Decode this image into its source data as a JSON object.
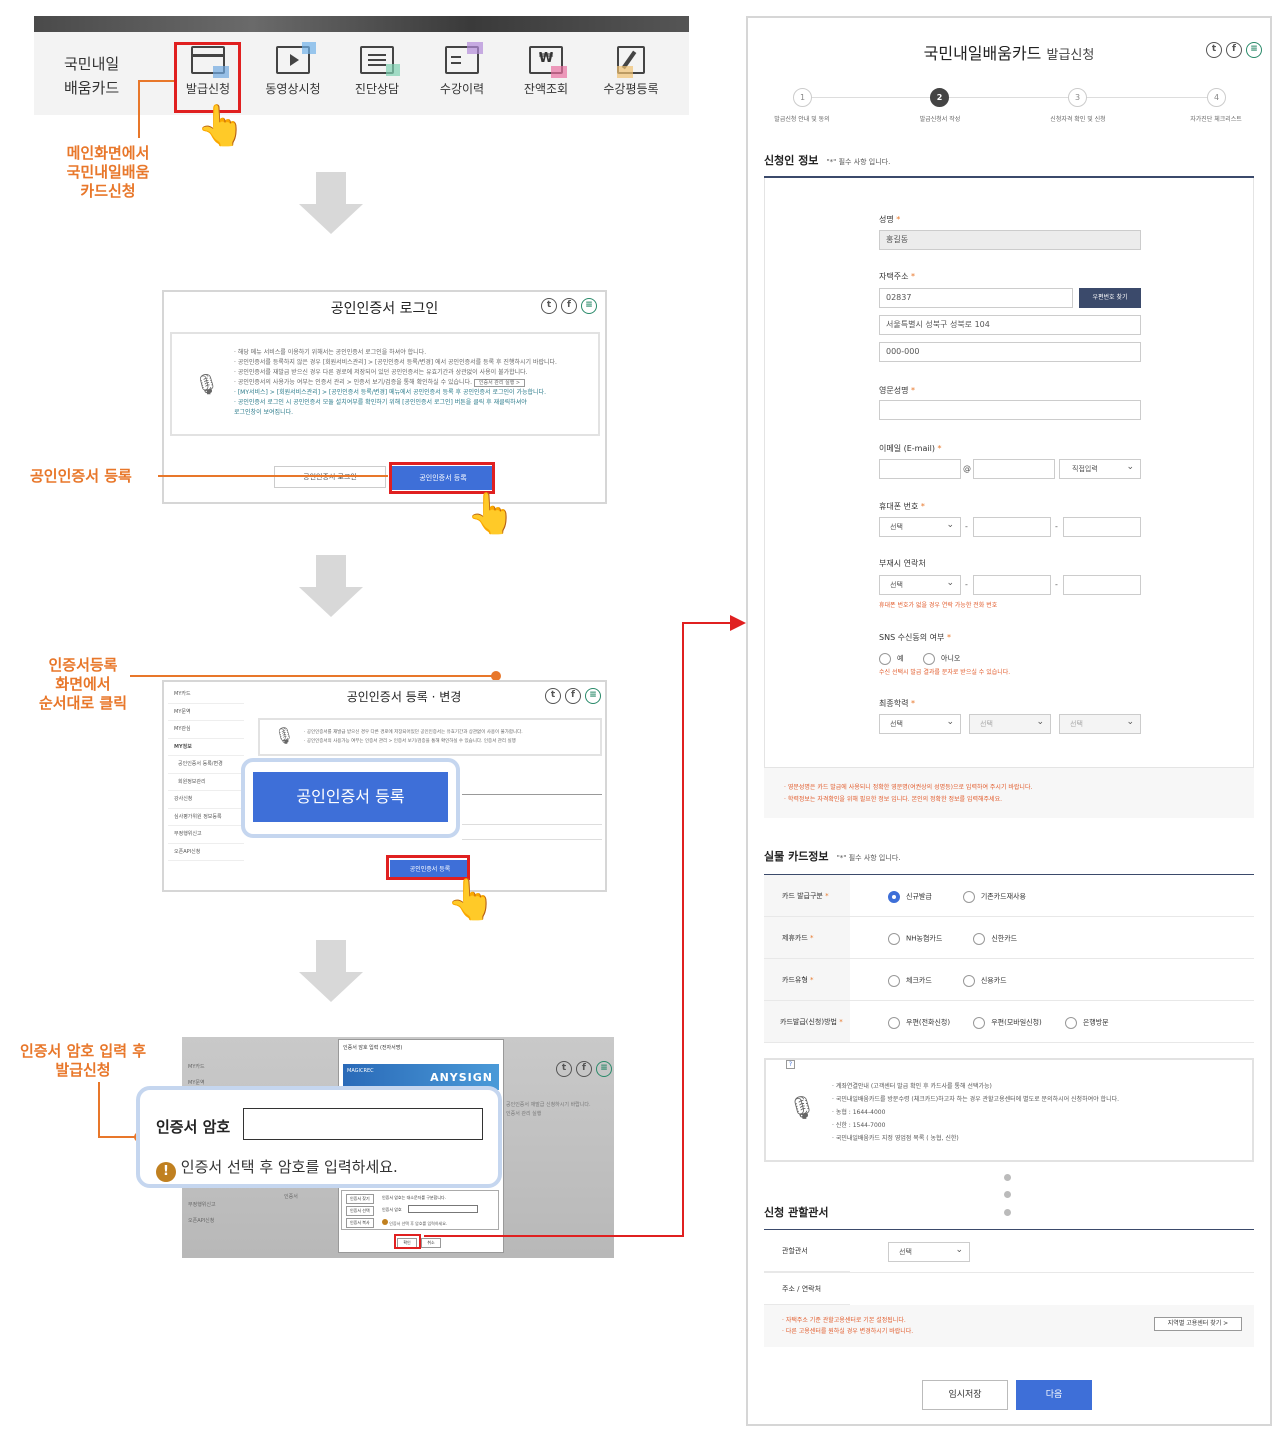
{
  "top_nav": {
    "brand_line1": "국민내일",
    "brand_line2": "배움카드",
    "items": [
      {
        "label": "발급신청",
        "icon": "card-icon"
      },
      {
        "label": "동영상시청",
        "icon": "monitor-play-icon"
      },
      {
        "label": "진단상담",
        "icon": "document-chat-icon"
      },
      {
        "label": "수강이력",
        "icon": "history-icon"
      },
      {
        "label": "잔액조회",
        "icon": "won-card-icon"
      },
      {
        "label": "수강평등록",
        "icon": "edit-icon"
      }
    ]
  },
  "annotations": {
    "step1_line1": "메인화면에서",
    "step1_line2": "국민내일배움",
    "step1_line3": "카드신청",
    "step2": "공인인증서 등록",
    "step3_line1": "인증서등록",
    "step3_line2": "화면에서",
    "step3_line3": "순서대로 클릭",
    "step4_line1": "인증서 암호 입력 후",
    "step4_line2": "발급신청"
  },
  "cert_login": {
    "title": "공인인증서 로그인",
    "notes": [
      "· 해당 메뉴 서비스를 이용하기 위해서는 공인인증서 로그인을 하셔야 합니다.",
      "· 공인인증서를 등록하지 않은 경우 [회원서비스관리] > [공인인증서 등록/변경] 에서 공인인증서를 등록 후 진행하시기 바랍니다.",
      "· 공인인증서를 재발급 받으신 경우 다른 경로에 저장되어 있던 공인인증서는 유효기간과 상관없이 사용이 불가합니다.",
      "· 공인인증서의 사용가능 여부는 인증서 관리 > 인증서 보기/검증을 통해 확인하실 수 있습니다."
    ],
    "manage_link": "인증서 관리 실행 >",
    "teal_notes": [
      "· [MY서비스] > [회원서비스관리] > [공인인증서 등록/변경] 메뉴에서 공인인증서 등록 후 공인인증서 로그인이 가능합니다.",
      "· 공인인증서 로그인 시 공인인증서 모듈 설치여부를 확인하기 위해 [공인인증서 로그인] 버튼을 클릭 후 재클릭하셔야",
      "  로그인창이 보여집니다."
    ],
    "login_button": "공인인증서 로그인",
    "register_button": "공인인증서 등록"
  },
  "cert_register": {
    "title": "공인인증서 등록 · 변경",
    "side_menu": [
      "MY카드",
      "MY문역",
      "MY관심",
      "MY정보",
      "공인인증서 등록/변경",
      "회원정보관리",
      "강사신청",
      "심사평가위원 정보등록",
      "부정행위신고",
      "오픈API신청"
    ],
    "notes": [
      "· 공인인증서를 재발급 받으신 경우 다른 경로에 저장되어있던 공인인증서는 유효기간과 상관없이 사용이 불가합니다.",
      "· 공인인증서의 사용가능 여부는 인증서 관리 > 인증서 보기/검증을 통해 확인하실 수 있습니다. 인증서 관리 실행"
    ],
    "big_button": "공인인증서 등록",
    "small_button": "공인인증서 등록"
  },
  "cert_password": {
    "dialog_title": "인증서 암호 입력 (전자서명)",
    "banner_left": "MAGICREC",
    "banner_right": "ANYSIGN",
    "password_label": "인증서 암호",
    "warning": "인증서 선택 후 암호를 입력하세요.",
    "side_items": [
      "MY카드",
      "MY문역",
      "부정행위신고",
      "오픈API신청"
    ],
    "mini_buttons": [
      "인증서 찾기",
      "인증서 선택",
      "인증서 복사"
    ],
    "mini_labels": [
      "인증서 암호는 대소문자를 구분합니다.",
      "인증서 암호",
      "인증서 선택 후 암호를 입력하세요."
    ],
    "bg_note_1": "공인인증서 재발급 신청하시기 바랍니다.",
    "bg_note_2": "인증서 관리 실행",
    "side_label": "인증서",
    "ok_button": "확인",
    "cancel_button": "취소"
  },
  "form": {
    "title_main": "국민내일배움카드",
    "title_sub": "발급신청",
    "steps": [
      {
        "num": "1",
        "label": "발급신청 안내 및 동의"
      },
      {
        "num": "2",
        "label": "발급신청서 작성"
      },
      {
        "num": "3",
        "label": "신청자격 확인 및 신청"
      },
      {
        "num": "4",
        "label": "자가진단 체크리스트"
      }
    ],
    "applicant_title": "신청인 정보",
    "required_note": "\"*\" 필수 사항 입니다.",
    "name_label": "성명",
    "name_value": "홍길동",
    "address_label": "자택주소",
    "zip_value": "02837",
    "zip_button": "우편번호 찾기",
    "address1_value": "서울특별시 성북구 성북로 104",
    "address2_value": "000-000",
    "english_name_label": "영문성명",
    "email_label": "이메일 (E-mail)",
    "email_at": "@",
    "email_domain_select": "직접입력",
    "mobile_label": "휴대폰 번호",
    "select_label": "선택",
    "alt_phone_label": "부재시 연락처",
    "alt_phone_note": "휴대폰 번호가 없을 경우 연락 가능한 전화 번호",
    "sns_label": "SNS 수신동의 여부",
    "sns_yes": "예",
    "sns_no": "아니오",
    "sns_note": "수신 선택시 발급 결과를 문자로 받으실 수 있습니다.",
    "education_label": "최종학력",
    "notes": [
      "· 영문성명은 카드 발급에 사용되니 정확한 영문명(여권상의 성명등)으로 입력하여 주시기 바랍니다.",
      "· 학력정보는 자격확인을 위해 필요한 정보 입니다. 본인의 정확한 정보를 입력해주세요."
    ],
    "card_title": "실물 카드정보",
    "card_rows": [
      {
        "label": "카드 발급구분",
        "options": [
          "신규발급",
          "기존카드재사용"
        ]
      },
      {
        "label": "제휴카드",
        "options": [
          "NH농협카드",
          "신한카드"
        ]
      },
      {
        "label": "카드유형",
        "options": [
          "체크카드",
          "신용카드"
        ]
      },
      {
        "label": "카드발급(신청)방법",
        "options": [
          "우편(전화신청)",
          "우편(모바일신청)",
          "은행방문"
        ]
      }
    ],
    "help_icon": "?",
    "card_info": [
      "· 계좌연결안내 (고객센터 발급 확인 후 카드사를 통해 선택가능)",
      "· 국민내일배움카드를 방문수령 (체크카드)하고자 하는 경우 관할고용센터에 별도로 문의하시어 신청하여야 합니다.",
      "· 농협 : 1644-4000",
      "· 신한 : 1544-7000",
      "· 국민내일배움카드 지정 영업점 목록 ( 농협, 신한)"
    ],
    "office_title": "신청 관할관서",
    "office_label": "관할관서",
    "office_address_label": "주소 / 연락처",
    "office_notes": [
      "· 자택주소 기준 관할고용센터로 기본 설정됩니다.",
      "· 다른 고용센터를 원하실 경우 변경하시기 바랍니다."
    ],
    "find_center_button": "지역별 고용센터 찾기 >",
    "temp_save_button": "임시저장",
    "next_button": "다음"
  },
  "colors": {
    "accent_orange": "#e8772a",
    "highlight_red": "#e02020",
    "primary_blue": "#3e6fd8",
    "dark_navy": "#3b4a6b"
  }
}
